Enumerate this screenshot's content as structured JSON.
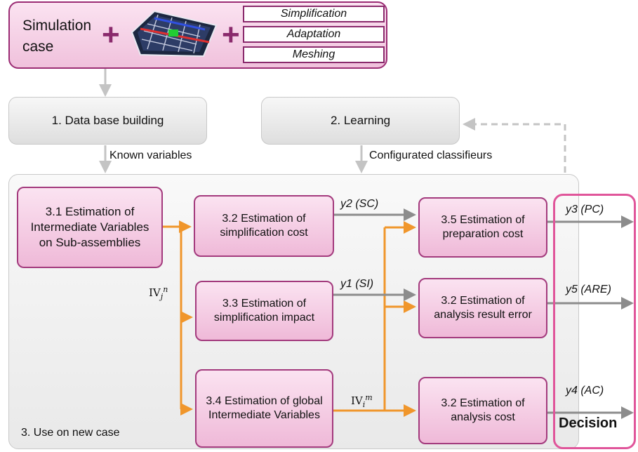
{
  "simulation": {
    "label_line1": "Simulation",
    "label_line2": "case",
    "steps": [
      "Simplification",
      "Adaptation",
      "Meshing"
    ]
  },
  "stages": {
    "database": "1. Data base building",
    "learning": "2. Learning",
    "known_variables": "Known variables",
    "configured_classifiers": "Configurated classifieurs",
    "use_on_new_case": "3. Use on new case"
  },
  "boxes": {
    "b31": "3.1 Estimation of Intermediate Variables on Sub-assemblies",
    "b32": "3.2 Estimation of simplification cost",
    "b33": "3.3 Estimation of simplification impact",
    "b34": "3.4 Estimation of global Intermediate Variables",
    "b35": "3.5 Estimation of preparation cost",
    "b32_error": "3.2 Estimation of analysis result error",
    "b32_analysis": "3.2 Estimation of analysis cost"
  },
  "outputs": {
    "y2": "y2 (SC)",
    "y1": "y1 (SI)",
    "y3": "y3 (PC)",
    "y5": "y5 (ARE)",
    "y4": "y4 (AC)"
  },
  "iv": {
    "j_base": "IV",
    "j_sub": "j",
    "j_sup": "n",
    "i_base": "IV",
    "i_sub": "i",
    "i_sup": "m"
  },
  "decision": "Decision",
  "colors": {
    "magenta_border": "#a33a7d",
    "plus": "#8a2a6c",
    "orange_arrow": "#f0962b",
    "grey_arrow": "#8c8c8c",
    "decision_frame": "#e0559a"
  }
}
